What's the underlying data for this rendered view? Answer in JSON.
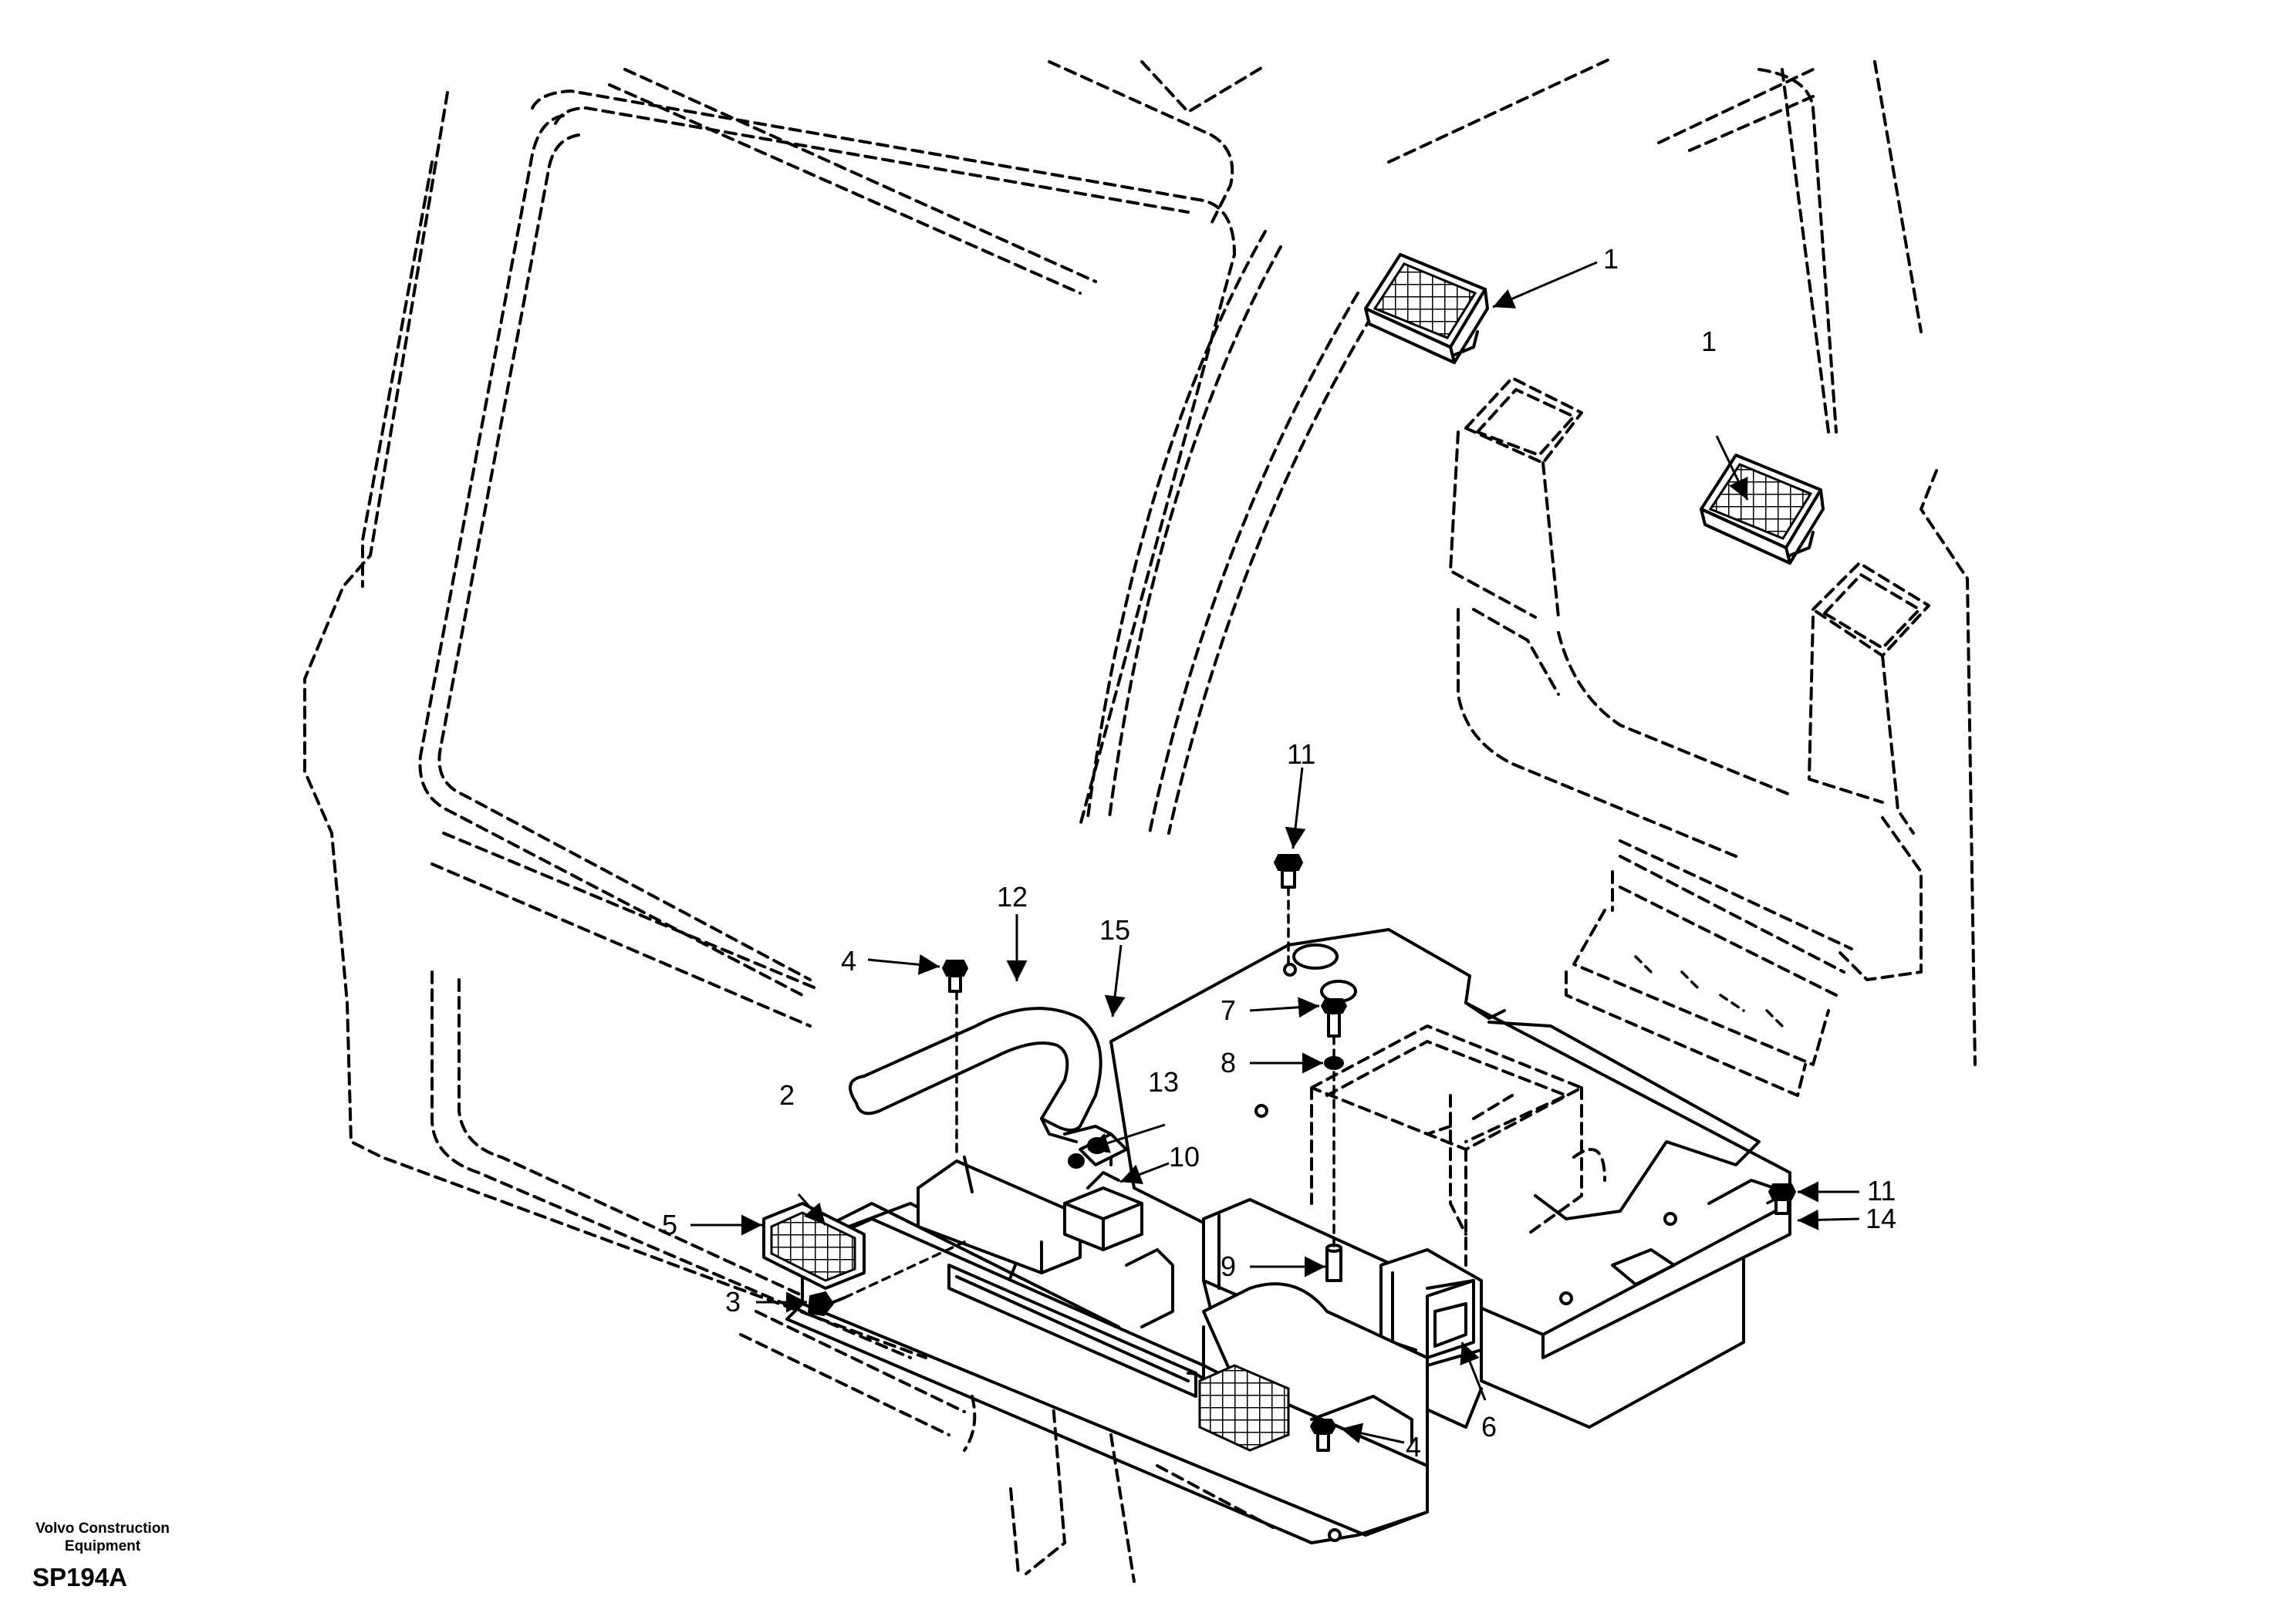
{
  "footer": {
    "maker_line1": "Volvo Construction",
    "maker_line2": "Equipment",
    "sheet_code": "SP194A"
  },
  "callouts": {
    "c1_upper": "1",
    "c1_lower": "1",
    "c2": "2",
    "c3": "3",
    "c4_upper": "4",
    "c4_lower": "4",
    "c5": "5",
    "c6": "6",
    "c7": "7",
    "c8": "8",
    "c9": "9",
    "c10": "10",
    "c11_top": "11",
    "c11_right": "11",
    "c12": "12",
    "c13": "13",
    "c14": "14",
    "c15": "15"
  }
}
